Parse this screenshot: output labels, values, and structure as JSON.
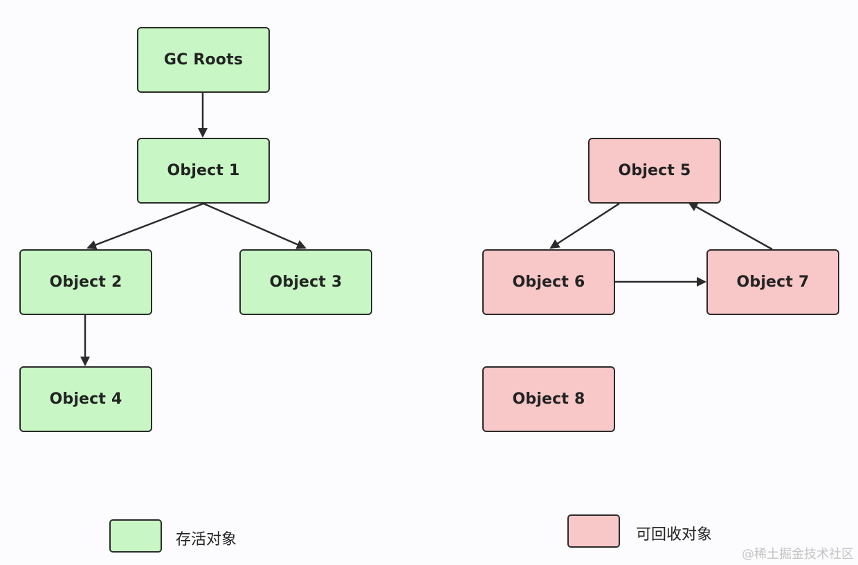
{
  "nodes": {
    "gc_roots": "GC Roots",
    "object1": "Object 1",
    "object2": "Object 2",
    "object3": "Object 3",
    "object4": "Object 4",
    "object5": "Object 5",
    "object6": "Object 6",
    "object7": "Object 7",
    "object8": "Object 8"
  },
  "edges": [
    {
      "from": "GC Roots",
      "to": "Object 1"
    },
    {
      "from": "Object 1",
      "to": "Object 2"
    },
    {
      "from": "Object 1",
      "to": "Object 3"
    },
    {
      "from": "Object 2",
      "to": "Object 4"
    },
    {
      "from": "Object 5",
      "to": "Object 6"
    },
    {
      "from": "Object 6",
      "to": "Object 7"
    },
    {
      "from": "Object 7",
      "to": "Object 5"
    }
  ],
  "legend": {
    "live_label": "存活对象",
    "collectable_label": "可回收对象"
  },
  "colors": {
    "live_fill": "#c8f7c5",
    "collectable_fill": "#f8c7c7",
    "stroke": "#2b2b2b",
    "background": "#fcfbfd"
  },
  "watermark": "@稀土掘金技术社区"
}
